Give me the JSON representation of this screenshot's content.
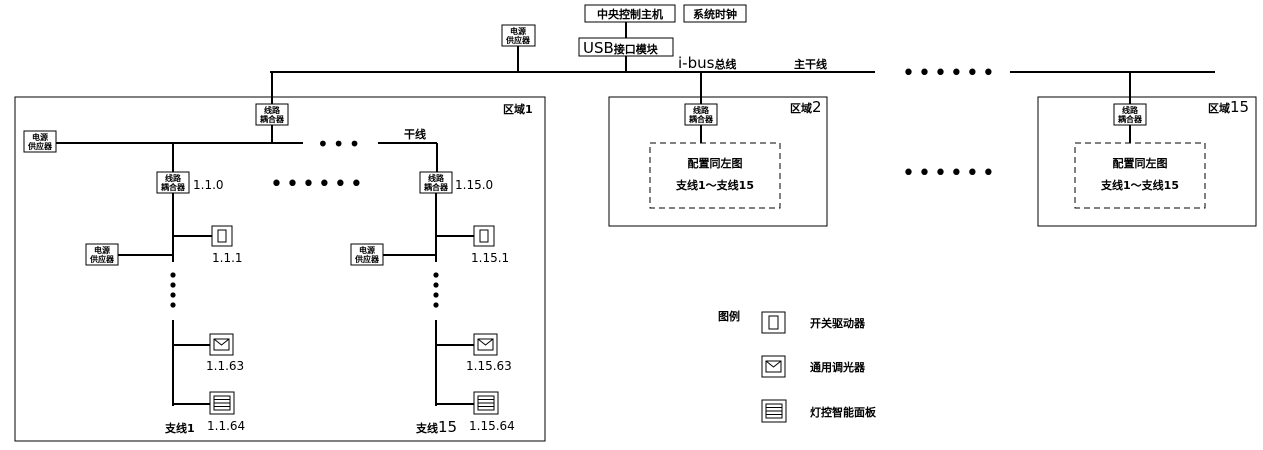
{
  "top": {
    "controller": "中央控制主机",
    "clock": "系统时钟",
    "usb_prefix": "USB",
    "usb_suffix": "接口模块",
    "power_top": [
      "电源",
      "供应器"
    ],
    "bus_prefix": "i-bus",
    "bus_suffix": "总线",
    "trunk_main": "主干线",
    "dots6": "••••••"
  },
  "area1": {
    "label": "区域1",
    "coupler": [
      "线路",
      "耦合器"
    ],
    "power": [
      "电源",
      "供应器"
    ],
    "dots3": "•••",
    "trunk": "干线",
    "dots6": "••••••",
    "line1": {
      "coupler": [
        "线路",
        "耦合器"
      ],
      "addr": "1.1.0",
      "power": [
        "电源",
        "供应器"
      ],
      "dev1_addr": "1.1.1",
      "dev63_addr": "1.1.63",
      "dev64_addr": "1.1.64",
      "name": "支线1"
    },
    "line15": {
      "coupler": [
        "线路",
        "耦合器"
      ],
      "addr": "1.15.0",
      "power": [
        "电源",
        "供应器"
      ],
      "dev1_addr": "1.15.1",
      "dev63_addr": "1.15.63",
      "dev64_addr": "1.15.64",
      "name_prefix": "支线",
      "name_num": "15"
    }
  },
  "area2": {
    "label_prefix": "区域",
    "label_num": "2",
    "coupler": [
      "线路",
      "耦合器"
    ],
    "config_title": "配置同左图",
    "config_range": "支线1～支线15"
  },
  "middots": "••••••",
  "area15": {
    "label_prefix": "区域",
    "label_num": "15",
    "coupler": [
      "线路",
      "耦合器"
    ],
    "config_title": "配置同左图",
    "config_range": "支线1～支线15"
  },
  "legend": {
    "title": "图例",
    "switch_actuator": "开关驱动器",
    "dimmer": "通用调光器",
    "panel": "灯控智能面板"
  }
}
